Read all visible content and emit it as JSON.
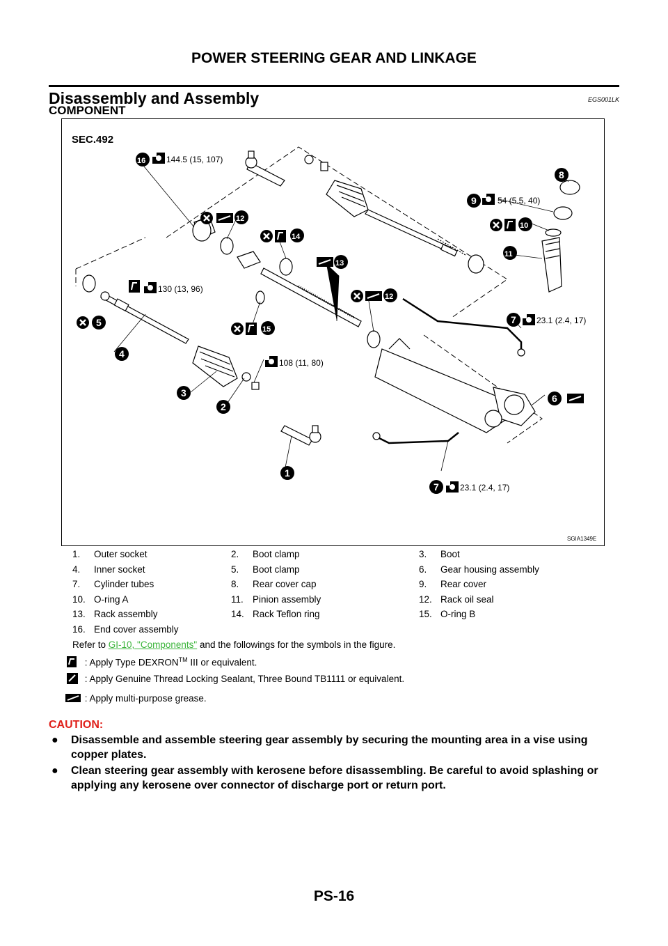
{
  "header": {
    "title": "POWER STEERING GEAR AND LINKAGE"
  },
  "section": {
    "title": "Disassembly and Assembly",
    "code": "EGS001LK",
    "subtitle": "COMPONENT"
  },
  "figure": {
    "sec": "SEC.492",
    "figure_id": "SGIA1349E",
    "torques": {
      "t16": "144.5 (15, 107)",
      "t9": "54 (5.5, 40)",
      "t130": "130 (13, 96)",
      "t7a": "23.1 (2.4, 17)",
      "t108": "108 (11, 80)",
      "t7b": "23.1 (2.4, 17)"
    },
    "callouts": [
      "1",
      "2",
      "3",
      "4",
      "5",
      "6",
      "7",
      "7",
      "8",
      "9",
      "10",
      "11",
      "12",
      "12",
      "13",
      "14",
      "15",
      "16"
    ]
  },
  "parts": [
    [
      {
        "n": "1.",
        "t": "Outer socket"
      },
      {
        "n": "2.",
        "t": "Boot clamp"
      },
      {
        "n": "3.",
        "t": "Boot"
      }
    ],
    [
      {
        "n": "4.",
        "t": "Inner socket"
      },
      {
        "n": "5.",
        "t": "Boot clamp"
      },
      {
        "n": "6.",
        "t": "Gear housing assembly"
      }
    ],
    [
      {
        "n": "7.",
        "t": "Cylinder tubes"
      },
      {
        "n": "8.",
        "t": "Rear cover cap"
      },
      {
        "n": "9.",
        "t": "Rear cover"
      }
    ],
    [
      {
        "n": "10.",
        "t": "O-ring A"
      },
      {
        "n": "11.",
        "t": "Pinion assembly"
      },
      {
        "n": "12.",
        "t": "Rack oil seal"
      }
    ],
    [
      {
        "n": "13.",
        "t": "Rack assembly"
      },
      {
        "n": "14.",
        "t": "Rack Teflon ring"
      },
      {
        "n": "15.",
        "t": "O-ring B"
      }
    ],
    [
      {
        "n": "16.",
        "t": "End cover assembly"
      }
    ]
  ],
  "refer": {
    "pre": "Refer to ",
    "link": "GI-10, \"Components\"",
    "post": " and the followings for the symbols in the figure."
  },
  "symbols": {
    "s1": ": Apply Type DEXRON",
    "s1_sup": "TM",
    "s1_post": " III or equivalent.",
    "s2": ": Apply Genuine Thread Locking Sealant, Three Bound TB1111 or equivalent.",
    "s3": ": Apply multi-purpose grease."
  },
  "caution": {
    "label": "CAUTION:",
    "bullet": "●",
    "items": [
      "Disassemble and assemble steering gear assembly by securing the mounting area in a vise using copper plates.",
      "Clean steering gear assembly with kerosene before disassembling. Be careful to avoid splashing or applying any kerosene over connector of discharge port or return port."
    ]
  },
  "footer": {
    "page": "PS-16"
  }
}
